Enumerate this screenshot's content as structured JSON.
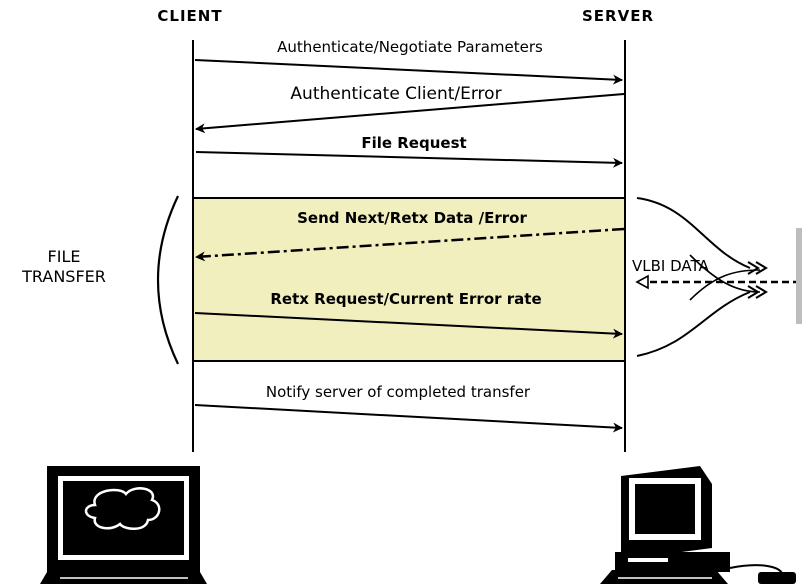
{
  "actors": {
    "client_label": "CLIENT",
    "server_label": "SERVER"
  },
  "messages": [
    {
      "label": "Authenticate/Negotiate Parameters",
      "direction": "client-to-server",
      "style": "solid"
    },
    {
      "label": "Authenticate Client/Error",
      "direction": "server-to-client",
      "style": "solid"
    },
    {
      "label": "File Request",
      "direction": "client-to-server",
      "style": "solid"
    },
    {
      "label": "Send Next/Retx Data /Error",
      "direction": "server-to-client",
      "style": "dash-dot"
    },
    {
      "label": "Retx Request/Current Error rate",
      "direction": "client-to-server",
      "style": "solid"
    },
    {
      "label": "Notify server of completed transfer",
      "direction": "client-to-server",
      "style": "solid"
    }
  ],
  "file_transfer": {
    "label_line1": "FILE",
    "label_line2": "TRANSFER",
    "fill_color": "#f2efbf"
  },
  "vlbi": {
    "label": "VLBI DATA"
  },
  "icons": {
    "client_computer": "computer-terminal-icon",
    "server_computer": "desktop-computer-icon"
  }
}
